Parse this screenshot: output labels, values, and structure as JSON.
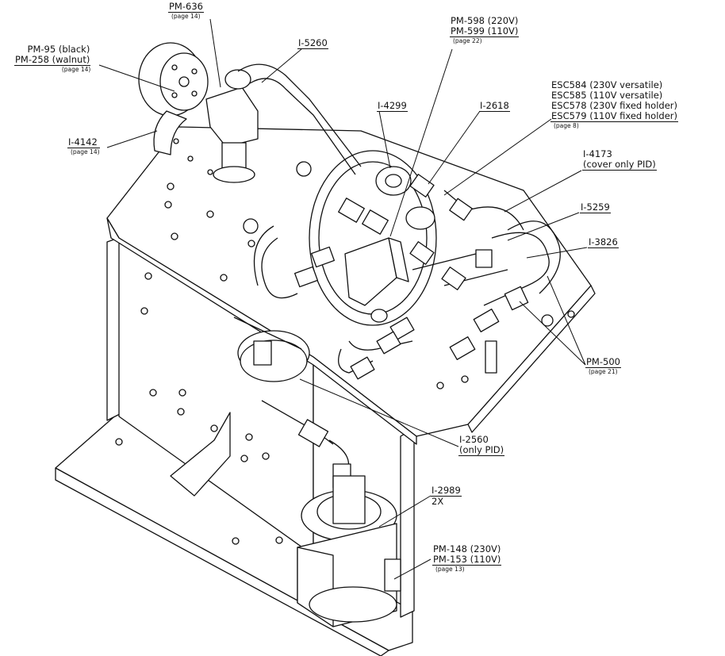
{
  "callouts": {
    "pm636": {
      "part": "PM-636",
      "page": "(page 14)"
    },
    "pm95": {
      "lines": [
        "PM-95 (black)",
        "PM-258 (walnut)"
      ],
      "page": "(page 14)"
    },
    "i4142": {
      "part": "I-4142",
      "page": "(page 14)"
    },
    "i5260": {
      "part": "I-5260"
    },
    "pm598": {
      "lines": [
        "PM-598 (220V)",
        "PM-599 (110V)"
      ],
      "page": "(page 22)"
    },
    "i4299": {
      "part": "I-4299"
    },
    "i2618": {
      "part": "I-2618"
    },
    "esc": {
      "lines": [
        "ESC584 (230V versatile)",
        "ESC585 (110V versatile)",
        "ESC578 (230V fixed holder)",
        "ESC579 (110V fixed holder)"
      ],
      "page": "(page 8)"
    },
    "i4173": {
      "lines": [
        "I-4173",
        "(cover only PID)"
      ]
    },
    "i5259": {
      "part": "I-5259"
    },
    "i3826": {
      "part": "I-3826"
    },
    "pm500": {
      "part": "PM-500",
      "page": "(page 21)"
    },
    "i2560": {
      "lines": [
        "I-2560",
        "(only PID)"
      ]
    },
    "i2989": {
      "part": "I-2989",
      "qty": "2X"
    },
    "pm148": {
      "lines": [
        "PM-148 (230V)",
        "PM-153 (110V)"
      ],
      "page": "(page 13)"
    }
  },
  "colors": {
    "line": "#111111",
    "fill": "#ffffff",
    "shade": "#d8d8d8"
  }
}
